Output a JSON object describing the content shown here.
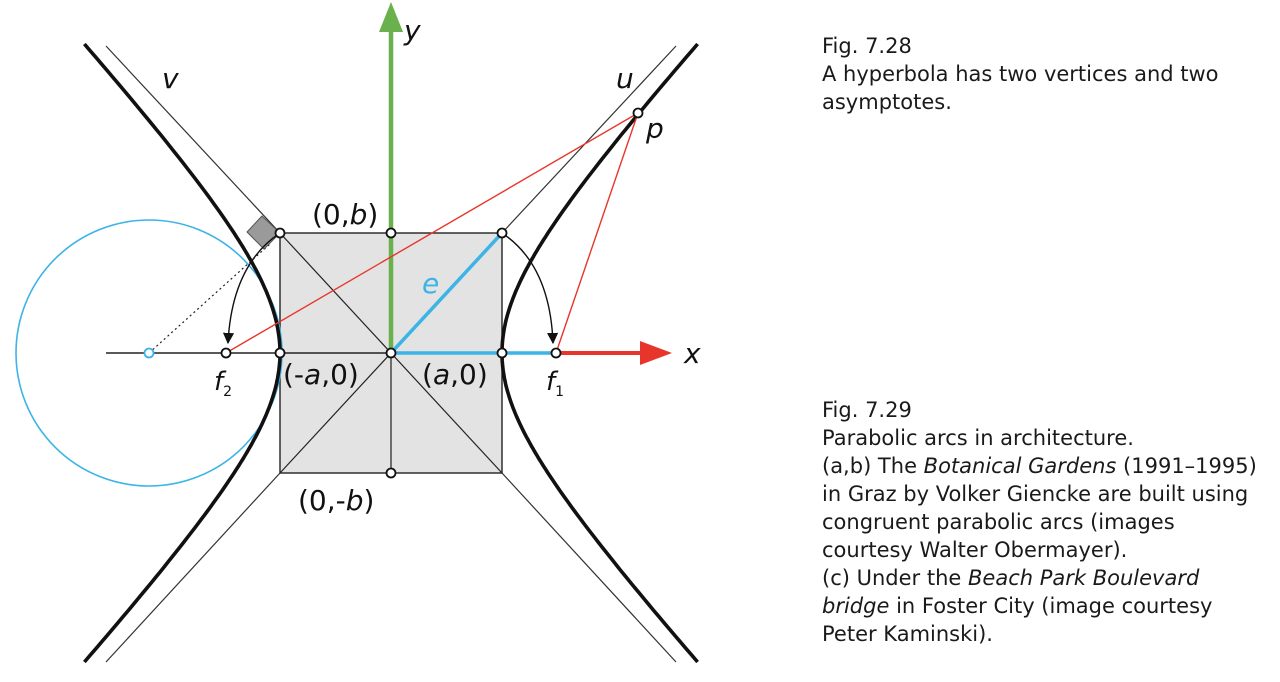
{
  "labels": {
    "x_axis": "x",
    "y_axis": "y",
    "asymptote_u": "u",
    "asymptote_v": "v",
    "point_p": "p",
    "point_e": "e",
    "top_point": {
      "open": "(0,",
      "var": "b",
      "close": ")"
    },
    "bottom_point": {
      "open": "(0,-",
      "var": "b",
      "close": ")"
    },
    "left_vertex": {
      "open": "(-",
      "var": "a",
      "close": ",0)"
    },
    "right_vertex": {
      "open": "(",
      "var": "a",
      "close": ",0)"
    },
    "focus_1": {
      "base": "f",
      "sub": "1"
    },
    "focus_2": {
      "base": "f",
      "sub": "2"
    }
  },
  "colors": {
    "axis_x": "#e8352b",
    "axis_y": "#6ab04c",
    "cyan": "#3cb4e6",
    "red_line": "#e8352b",
    "square_fill": "#e3e3e3",
    "right_angle_marker": "#9a9a9a"
  },
  "captions": {
    "fig728": {
      "number": "Fig. 7.28",
      "text": "A hyperbola has two vertices and two asymptotes."
    },
    "fig729": {
      "number": "Fig. 7.29",
      "line1": "Parabolic arcs in architecture.",
      "p2_pre": "(a,b) The ",
      "p2_italic": "Botanical Gardens",
      "p2_post": " (1991–1995) in Graz by Volker Giencke are built using congruent parabolic arcs (images courtesy Walter Obermayer).",
      "p3_pre": "(c) Under the ",
      "p3_italic": "Beach Park Boulevard bridge",
      "p3_post": " in Foster City (image courtesy Peter Kaminski)."
    }
  }
}
